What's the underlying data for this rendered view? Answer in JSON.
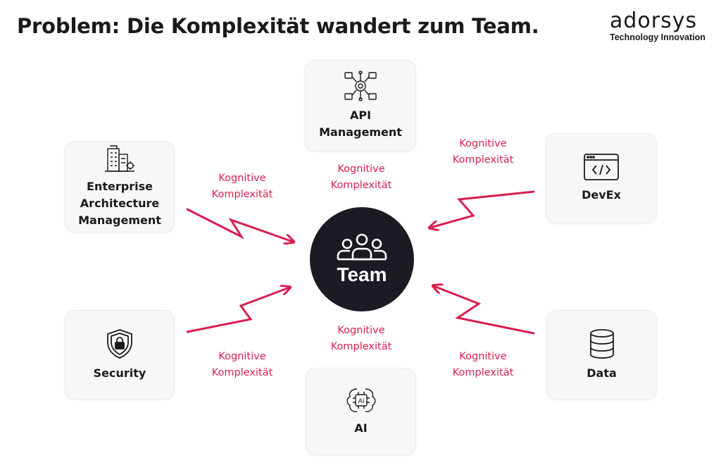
{
  "title": "Problem: Die Komplexität wandert zum Team.",
  "brand": {
    "name": "adorsys",
    "tagline": "Technology Innovation"
  },
  "center": {
    "label": "Team",
    "icon": "team-icon"
  },
  "nodes": [
    {
      "id": "api",
      "label": "API\nManagement",
      "icon": "api-network-icon"
    },
    {
      "id": "eam",
      "label": "Enterprise\nArchitecture\nManagement",
      "icon": "buildings-icon"
    },
    {
      "id": "devex",
      "label": "DevEx",
      "icon": "code-window-icon"
    },
    {
      "id": "security",
      "label": "Security",
      "icon": "shield-lock-icon"
    },
    {
      "id": "data",
      "label": "Data",
      "icon": "database-icon"
    },
    {
      "id": "ai",
      "label": "AI",
      "icon": "ai-brain-icon"
    }
  ],
  "arrow_label": "Kognitive\nKomplexität",
  "colors": {
    "accent": "#d6204f",
    "center_bg": "#1c1b24",
    "card_bg": "#f7f7f7"
  }
}
